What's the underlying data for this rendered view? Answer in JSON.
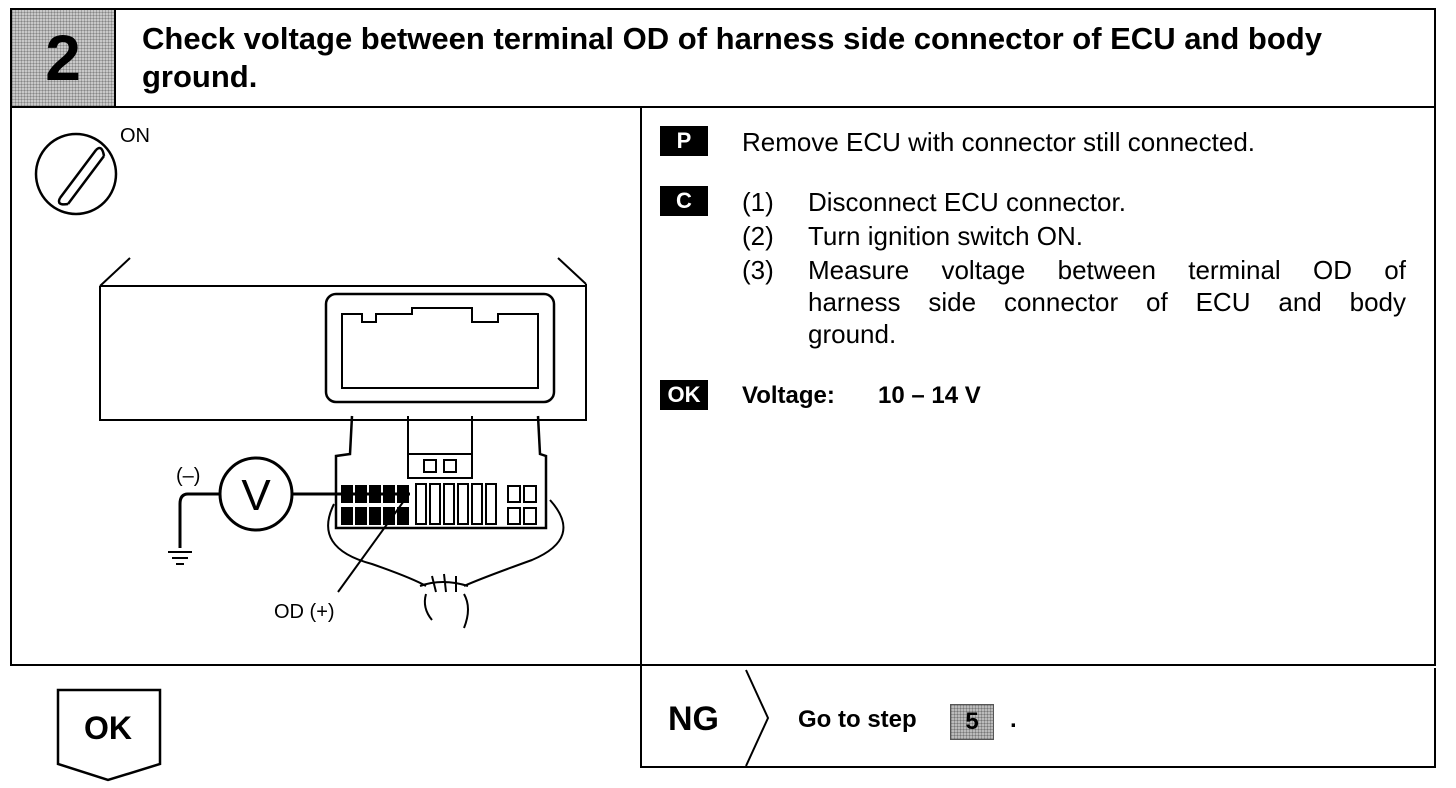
{
  "header": {
    "step_number": "2",
    "title": "Check voltage between terminal OD of harness side connector of ECU and body ground."
  },
  "diagram": {
    "ignition_label": "ON",
    "meter_symbol": "V",
    "negative_label": "(–)",
    "terminal_label": "OD (+)"
  },
  "instructions": {
    "prepare": {
      "tag": "P",
      "text": "Remove ECU with connector still connected."
    },
    "check": {
      "tag": "C",
      "steps": [
        {
          "num": "(1)",
          "lines": [
            "Disconnect ECU connector."
          ]
        },
        {
          "num": "(2)",
          "lines": [
            "Turn ignition switch ON."
          ]
        },
        {
          "num": "(3)",
          "lines": [
            "Measure voltage between terminal OD of",
            "harness side connector of ECU and body",
            "ground."
          ]
        }
      ]
    },
    "ok": {
      "tag": "OK",
      "label": "Voltage:",
      "value": "10 – 14 V"
    }
  },
  "result": {
    "ok_label": "OK",
    "ng_label": "NG",
    "goto_text": "Go to step",
    "goto_step": "5",
    "goto_end": "."
  }
}
